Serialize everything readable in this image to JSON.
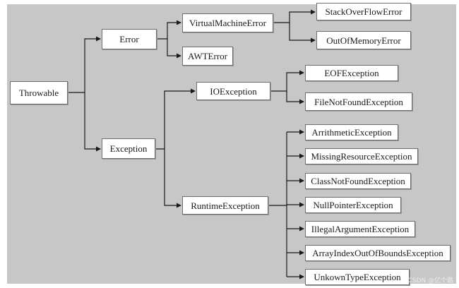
{
  "nodes": {
    "throwable": "Throwable",
    "error": "Error",
    "exception": "Exception",
    "virtual_machine_error": "VirtualMachineError",
    "awt_error": "AWTError",
    "stack_overflow_error": "StackOverFlowError",
    "out_of_memory_error": "OutOfMemoryError",
    "io_exception": "IOException",
    "eof_exception": "EOFException",
    "file_not_found_exception": "FileNotFoundException",
    "runtime_exception": "RuntimeException",
    "arithmetic_exception": "ArrithmeticException",
    "missing_resource_exception": "MissingResourceException",
    "class_not_found_exception": "ClassNotFoundException",
    "null_pointer_exception": "NullPointerException",
    "illegal_argument_exception": "IllegalArgumentException",
    "array_index_out_of_bounds_exception": "ArrayIndexOutOfBoundsException",
    "unknown_type_exception": "UnkownTypeException"
  },
  "watermark": "CSDN @亿个路"
}
